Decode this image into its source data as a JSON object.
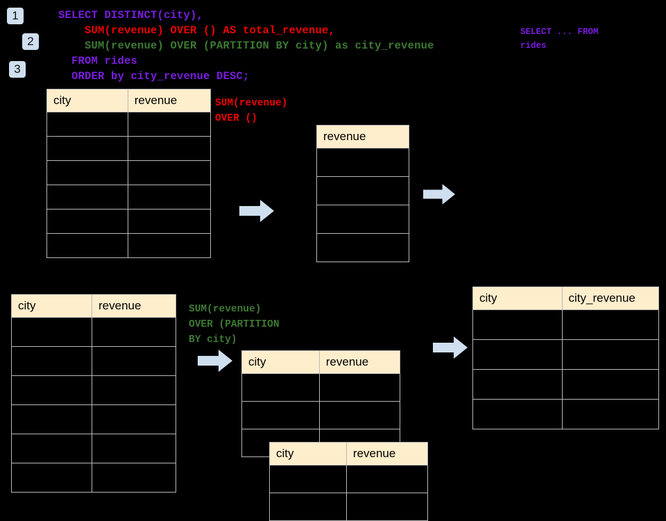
{
  "colors": {
    "background": "#000000",
    "header_fill": "#ffeecc",
    "grid_line": "#b8b8b8",
    "accent_blue": "#cfdfef",
    "purple": "#7a1de0",
    "red": "#ee0000",
    "green": "#3d7a33"
  },
  "steps": [
    {
      "label": "1"
    },
    {
      "label": "2"
    },
    {
      "label": "3"
    }
  ],
  "sql": {
    "lines": [
      {
        "text": "SELECT DISTINCT(city),",
        "color": "purple"
      },
      {
        "text": "    SUM(revenue) OVER () AS total_revenue,",
        "color": "red"
      },
      {
        "text": "    SUM(revenue) OVER (PARTITION BY city) as city_revenue",
        "color": "green"
      },
      {
        "text": "  FROM rides",
        "color": "purple"
      },
      {
        "text": "  ORDER by city_revenue DESC;",
        "color": "purple"
      }
    ]
  },
  "annotations": {
    "top_right_query": "SELECT ... FROM\nrides",
    "sum_over_empty": "SUM(revenue)\nOVER ()",
    "sum_over_partition": "SUM(revenue)\nOVER (PARTITION\nBY city)"
  },
  "tables": {
    "source_rides": {
      "name": "source-rides-table",
      "headers": [
        "city",
        "revenue"
      ],
      "row_count": 6,
      "rows": [
        [
          "",
          ""
        ],
        [
          "",
          ""
        ],
        [
          "",
          ""
        ],
        [
          "",
          ""
        ],
        [
          "",
          ""
        ],
        [
          "",
          ""
        ]
      ]
    },
    "total_revenue": {
      "name": "total-revenue-table",
      "headers": [
        "revenue"
      ],
      "row_count": 4,
      "rows": [
        [
          ""
        ],
        [
          ""
        ],
        [
          ""
        ],
        [
          ""
        ]
      ]
    },
    "partition_source": {
      "name": "partition-source-table",
      "headers": [
        "city",
        "revenue"
      ],
      "row_count": 6,
      "rows": [
        [
          "",
          ""
        ],
        [
          "",
          ""
        ],
        [
          "",
          ""
        ],
        [
          "",
          ""
        ],
        [
          "",
          ""
        ],
        [
          "",
          ""
        ]
      ]
    },
    "partition_group_a": {
      "name": "partition-group-a-table",
      "headers": [
        "city",
        "revenue"
      ],
      "row_count": 3,
      "rows": [
        [
          "",
          ""
        ],
        [
          "",
          ""
        ],
        [
          "",
          ""
        ]
      ]
    },
    "partition_group_b": {
      "name": "partition-group-b-table",
      "headers": [
        "city",
        "revenue"
      ],
      "row_count": 2,
      "rows": [
        [
          "",
          ""
        ],
        [
          "",
          ""
        ]
      ]
    },
    "result": {
      "name": "result-city-revenue-table",
      "headers": [
        "city",
        "city_revenue"
      ],
      "row_count": 4,
      "rows": [
        [
          "",
          ""
        ],
        [
          "",
          ""
        ],
        [
          "",
          ""
        ],
        [
          "",
          ""
        ]
      ]
    }
  },
  "arrows": [
    {
      "name": "arrow-source-to-total"
    },
    {
      "name": "arrow-total-to-result"
    },
    {
      "name": "arrow-partition-to-groups"
    },
    {
      "name": "arrow-groups-to-result"
    }
  ]
}
